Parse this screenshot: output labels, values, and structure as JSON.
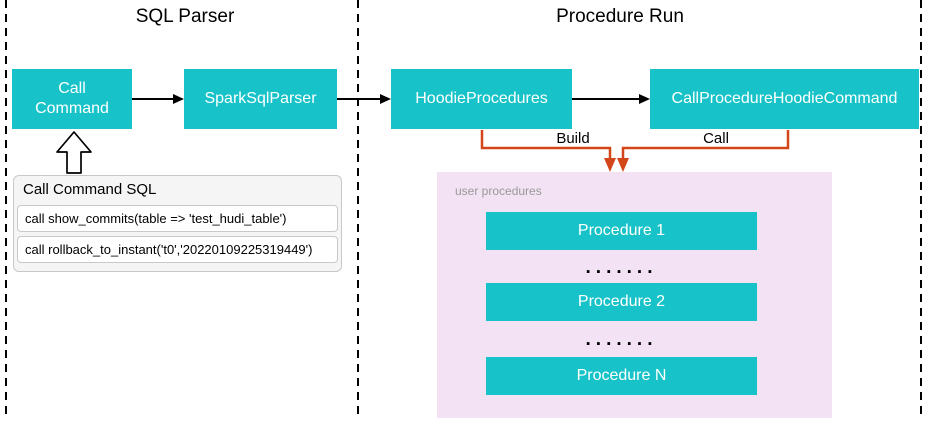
{
  "sections": {
    "sql_parser": {
      "title": "SQL Parser"
    },
    "procedure_run": {
      "title": "Procedure Run"
    }
  },
  "nodes": {
    "call_command": {
      "label": "Call Command"
    },
    "spark_sql_parser": {
      "label": "SparkSqlParser"
    },
    "hoodie_procedures": {
      "label": "HoodieProcedures"
    },
    "call_procedure_hoodie_command": {
      "label": "CallProcedureHoodieCommand"
    }
  },
  "edges": {
    "build_label": "Build",
    "call_label": "Call"
  },
  "sql_list": {
    "header": "Call Command SQL",
    "rows": [
      {
        "text": "call show_commits(table => 'test_hudi_table')"
      },
      {
        "text": "call rollback_to_instant('t0','20220109225319449')"
      }
    ]
  },
  "user_procedures": {
    "label": "user procedures",
    "items": [
      {
        "label": "Procedure 1"
      },
      {
        "label": "Procedure 2"
      },
      {
        "label": "Procedure N"
      }
    ],
    "ellipsis": "......."
  },
  "colors": {
    "node_fill": "#17C3C8",
    "node_text": "#FFFFFF",
    "panel_fill": "#F3E2F4",
    "panel_label_text": "#999999",
    "connector_orange": "#D24619",
    "arrow_black": "#000000",
    "sql_list_bg": "#F5F5F5",
    "sql_list_border": "#C8C8C8"
  }
}
